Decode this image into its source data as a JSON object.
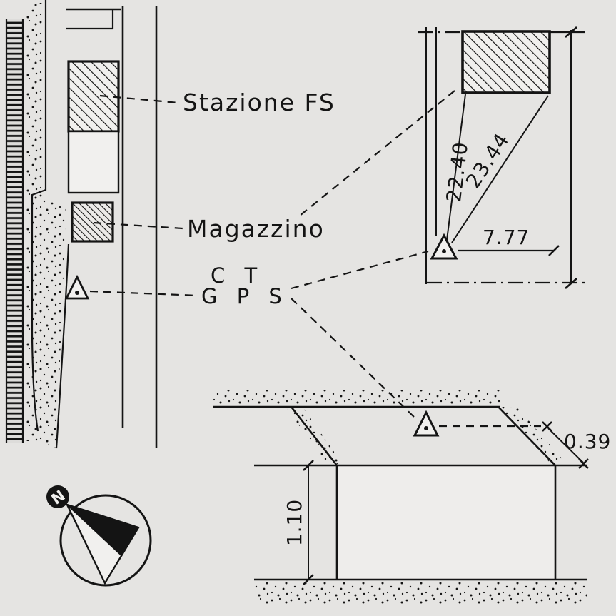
{
  "drawing_type": "survey point monograph sketch",
  "colors": {
    "background": "#e5e4e2",
    "ink": "#141414",
    "paper_light": "#f1f0ee"
  },
  "plan": {
    "label_stazione": "Stazione FS",
    "label_magazzino": "Magazzino",
    "label_ct": "C T",
    "label_gps": "G P S"
  },
  "detail": {
    "dim_left": "22.40",
    "dim_diagonal": "23.44",
    "dim_horizontal": "7.77"
  },
  "section": {
    "dim_offset": "0.39",
    "dim_depth": "1.10"
  },
  "compass": {
    "north_label": "N"
  },
  "markers": {
    "survey_point_icon": "triangle-with-center-dot",
    "railway_icon": "hatched-track-band",
    "level_mark_icon": "x-cross"
  }
}
